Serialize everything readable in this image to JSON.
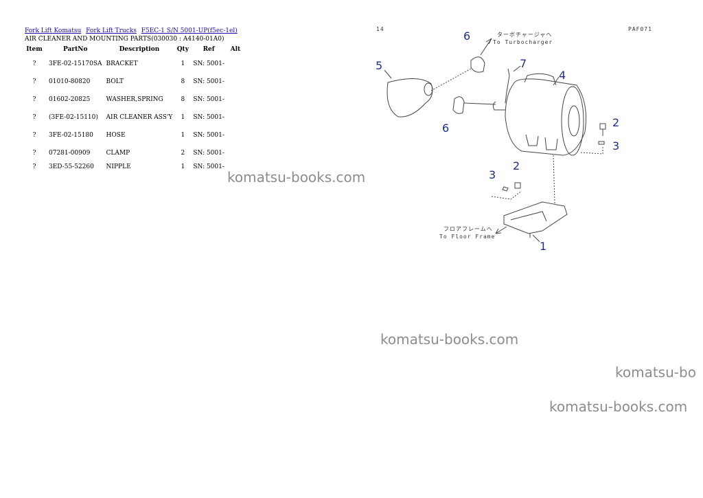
{
  "breadcrumb": {
    "links": [
      "Fork Lift Komatsu",
      "Fork Lift Trucks",
      "F5EC-1 S/N 5001-UP(f5ec-1el)"
    ]
  },
  "page_title": "AIR CLEANER AND MOUNTING PARTS(030030 : A4140-01A0)",
  "table": {
    "headers": [
      "Item",
      "PartNo",
      "Description",
      "Qty",
      "Ref",
      "Alt"
    ],
    "rows": [
      {
        "item": "?",
        "part_no": "3FE-02-15170SA",
        "description": "BRACKET",
        "qty": "1",
        "ref": "SN: 5001-"
      },
      {
        "item": "?",
        "part_no": "01010-80820",
        "description": "BOLT",
        "qty": "8",
        "ref": "SN: 5001-"
      },
      {
        "item": "?",
        "part_no": "01602-20825",
        "description": "WASHER,SPRING",
        "qty": "8",
        "ref": "SN: 5001-"
      },
      {
        "item": "?",
        "part_no": "(3FE-02-15110)",
        "description": "AIR CLEANER ASS'Y",
        "qty": "1",
        "ref": "SN: 5001-"
      },
      {
        "item": "?",
        "part_no": "3FE-02-15180",
        "description": "HOSE",
        "qty": "1",
        "ref": "SN: 5001-"
      },
      {
        "item": "?",
        "part_no": "07281-00909",
        "description": "CLAMP",
        "qty": "2",
        "ref": "SN: 5001-"
      },
      {
        "item": "?",
        "part_no": "3ED-55-52260",
        "description": "NIPPLE",
        "qty": "1",
        "ref": "SN: 5001-"
      }
    ]
  },
  "diagram": {
    "page_code": "14",
    "figure_code": "PAF071",
    "turbo_jp": "ターボチャージャへ",
    "turbo_en": "To Turbocharger",
    "floor_jp": "フロアフレームへ",
    "floor_en": "To Floor Frame",
    "callouts": {
      "c1": "1",
      "c2a": "2",
      "c2b": "2",
      "c3a": "3",
      "c3b": "3",
      "c4": "4",
      "c5": "5",
      "c6a": "6",
      "c6b": "6",
      "c7": "7"
    },
    "callout_color": "#1b2f8a"
  },
  "watermarks": [
    "komatsu-books.com",
    "komatsu-books.com",
    "komatsu-bo",
    "komatsu-books.com"
  ]
}
